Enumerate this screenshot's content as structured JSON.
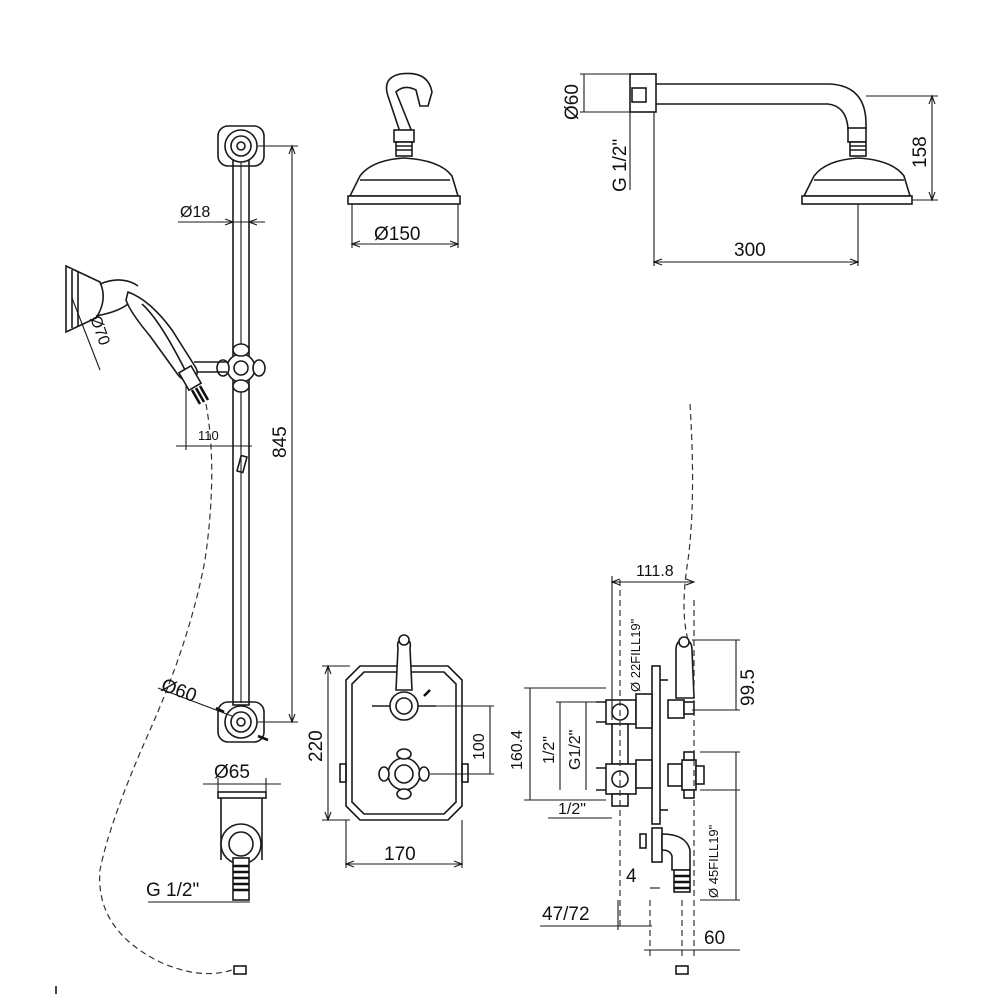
{
  "dimensions": {
    "rail_top_dia": "Ø18",
    "hand_shower_dia": "Ø70",
    "hand_offset": "110",
    "rail_length": "845",
    "rail_bracket_dia": "Ø60",
    "outlet_dia": "Ø65",
    "outlet_thread": "G 1/2\"",
    "head_dia": "Ø150",
    "flange_dia": "Ø60",
    "arm_thread": "G 1/2\"",
    "head_drop": "158",
    "arm_reach": "300",
    "plate_height": "220",
    "plate_width": "170",
    "knob_spacing": "100",
    "side_width": "111.8",
    "side_upper_fill": "Ø 22FILL19\"",
    "side_upper_drop": "99.5",
    "side_body_height": "160.4",
    "side_half_left": "1/2\"",
    "side_half_right": "G1/2\"",
    "side_bottom_half": "1/2\"",
    "side_lower_fill": "Ø 45FILL19\"",
    "side_four": "4",
    "side_depth": "47/72",
    "side_sixty": "60"
  }
}
